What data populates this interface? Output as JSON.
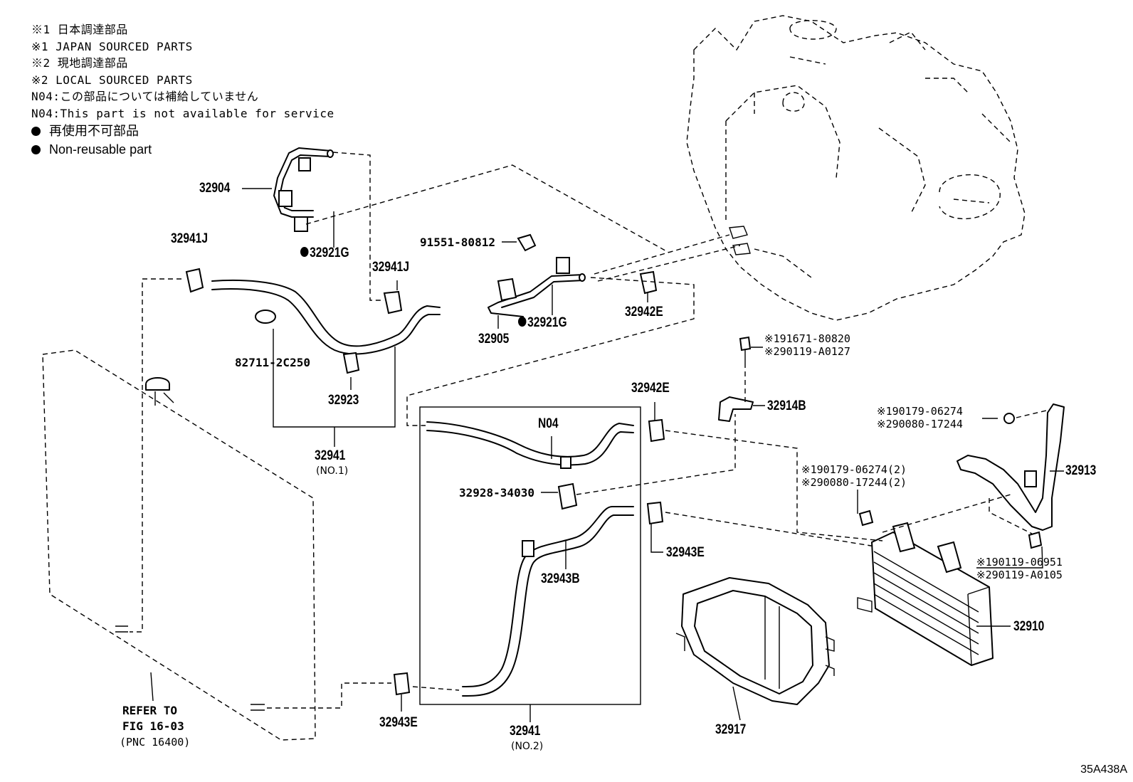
{
  "legend": {
    "line1": "※1 日本調達部品",
    "line2": "※1 JAPAN SOURCED PARTS",
    "line3": "※2 現地調達部品",
    "line4": "※2 LOCAL SOURCED PARTS",
    "line5": "N04:この部品については補給していません",
    "line6": "N04:This part is not available for service",
    "line7": "再使用不可部品",
    "line8": "Non-reusable part"
  },
  "parts": {
    "p32904": "32904",
    "p32921G_a": "32921G",
    "p32941J_a": "32941J",
    "p32941J_b": "32941J",
    "p82711": "82711-2C250",
    "p32923": "32923",
    "p32941_no1": "32941",
    "no1": "(NO.1)",
    "p91551": "91551-80812",
    "p32905": "32905",
    "p32921G_b": "32921G",
    "p32942E_a": "32942E",
    "p32942E_b": "32942E",
    "n04": "N04",
    "p32928": "32928-34030",
    "p32943B": "32943B",
    "p32943E_a": "32943E",
    "p32943E_b": "32943E",
    "p32941_no2": "32941",
    "no2": "(NO.2)",
    "p32914B": "32914B",
    "bolt1a": "※191671-80820",
    "bolt1b": "※290119-A0127",
    "nut1a": "※190179-06274",
    "nut1b": "※290080-17244",
    "nut2a": "※190179-06274(2)",
    "nut2b": "※290080-17244(2)",
    "bolt2a": "※190119-06951",
    "bolt2b": "※290119-A0105",
    "p32913": "32913",
    "p32910": "32910",
    "p32917": "32917",
    "ref1": "REFER TO",
    "ref2": "FIG 16-03",
    "ref3": "(PNC 16400)"
  },
  "drawing_code": "35A438A"
}
